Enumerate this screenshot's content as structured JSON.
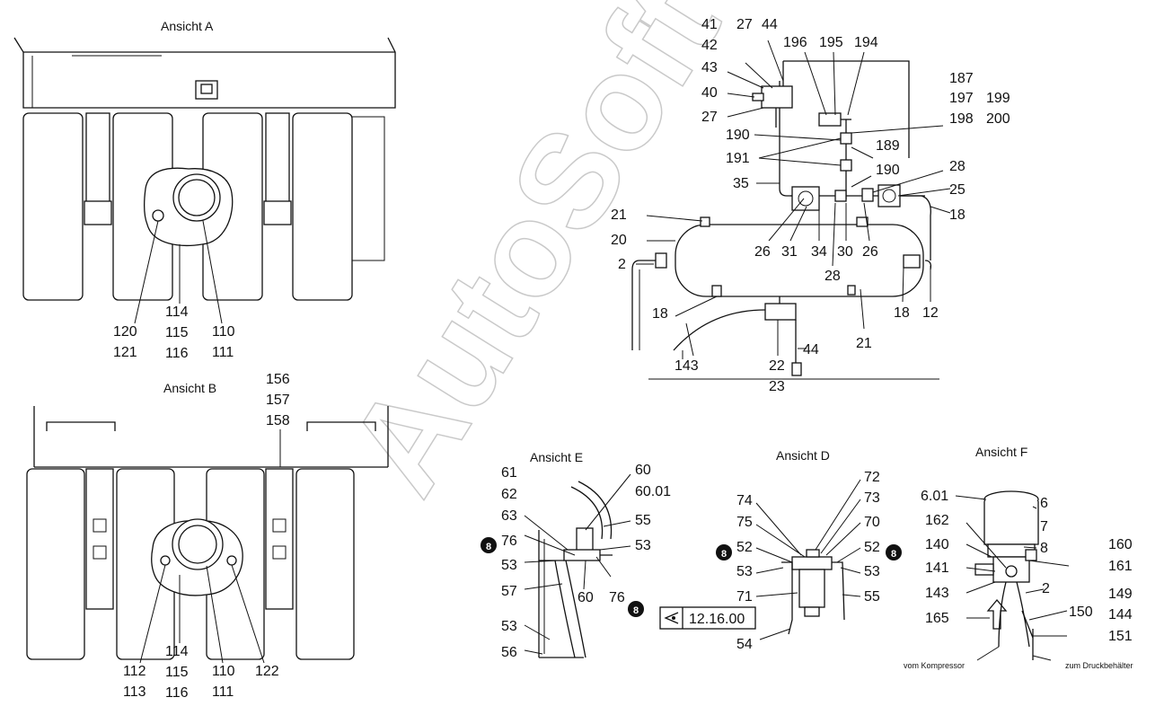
{
  "views": {
    "a": "Ansicht A",
    "b": "Ansicht B",
    "d": "Ansicht D",
    "e": "Ansicht E",
    "f": "Ansicht F"
  },
  "watermark": "AutoSoft",
  "labels": {
    "a": [
      "120",
      "121",
      "114",
      "115",
      "116",
      "110",
      "111"
    ],
    "b": [
      "156",
      "157",
      "158",
      "112",
      "113",
      "114",
      "115",
      "116",
      "110",
      "111",
      "122"
    ],
    "main": [
      "41",
      "42",
      "43",
      "40",
      "27",
      "27",
      "44",
      "196",
      "195",
      "194",
      "187",
      "197",
      "199",
      "198",
      "200",
      "190",
      "189",
      "191",
      "190",
      "28",
      "35",
      "25",
      "21",
      "20",
      "26",
      "31",
      "34",
      "30",
      "26",
      "18",
      "2",
      "28",
      "18",
      "18",
      "12",
      "21",
      "143",
      "22",
      "44",
      "23"
    ],
    "e": [
      "61",
      "62",
      "63",
      "76",
      "53",
      "57",
      "53",
      "56",
      "60",
      "60.01",
      "55",
      "53",
      "60",
      "76"
    ],
    "d": [
      "74",
      "75",
      "52",
      "53",
      "71",
      "54",
      "72",
      "73",
      "70",
      "52",
      "53",
      "55"
    ],
    "f": [
      "6.01",
      "6",
      "7",
      "162",
      "8",
      "140",
      "141",
      "143",
      "165",
      "160",
      "161",
      "2",
      "149",
      "150",
      "144",
      "151"
    ]
  },
  "ref_box": {
    "text": "12.16.00"
  },
  "badges": {
    "symbol": "8"
  },
  "captions": {
    "from_compressor": "vom Kompressor",
    "to_tank": "zum Druckbehälter"
  }
}
